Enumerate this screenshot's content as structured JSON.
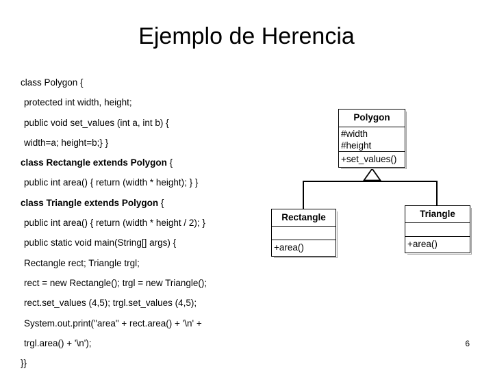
{
  "slide": {
    "title": "Ejemplo de Herencia",
    "page_number": "6"
  },
  "code": {
    "lines": [
      {
        "text": "class Polygon {",
        "bold": "",
        "indent": false
      },
      {
        "text": "protected int width, height;",
        "bold": "",
        "indent": true
      },
      {
        "text": "public void set_values (int a, int b) {",
        "bold": "",
        "indent": true
      },
      {
        "text": "width=a; height=b;} }",
        "bold": "",
        "indent": true
      },
      {
        "text": " {",
        "bold": "class Rectangle extends Polygon",
        "indent": false
      },
      {
        "text": "public int area() { return (width * height); } }",
        "bold": "",
        "indent": true
      },
      {
        "text": " {",
        "bold": "class Triangle extends Polygon",
        "indent": false
      },
      {
        "text": "public int area() { return (width * height / 2); }",
        "bold": "",
        "indent": true
      },
      {
        "text": "public static void main(String[] args) {",
        "bold": "",
        "indent": true
      },
      {
        "text": "Rectangle rect; Triangle trgl;",
        "bold": "",
        "indent": true
      },
      {
        "text": "rect = new Rectangle(); trgl = new Triangle();",
        "bold": "",
        "indent": true
      },
      {
        "text": "rect.set_values (4,5); trgl.set_values (4,5);",
        "bold": "",
        "indent": true
      },
      {
        "text": "System.out.print(\"area\" + rect.area() + '\\n' +",
        "bold": "",
        "indent": true
      },
      {
        "text": "trgl.area() + '\\n');",
        "bold": "",
        "indent": true
      },
      {
        "text": "}}",
        "bold": "",
        "indent": false
      }
    ]
  },
  "uml": {
    "relationship": "generalization",
    "colors": {
      "border": "#000000",
      "shadow": "#a8a8a8",
      "fill": "#ffffff"
    },
    "classes": {
      "polygon": {
        "name": "Polygon",
        "attributes": "#width\n#height",
        "operations": "+set_values()"
      },
      "rectangle": {
        "name": "Rectangle",
        "attributes": "",
        "operations": "+area()"
      },
      "triangle": {
        "name": "Triangle",
        "attributes": "",
        "operations": "+area()"
      }
    }
  }
}
